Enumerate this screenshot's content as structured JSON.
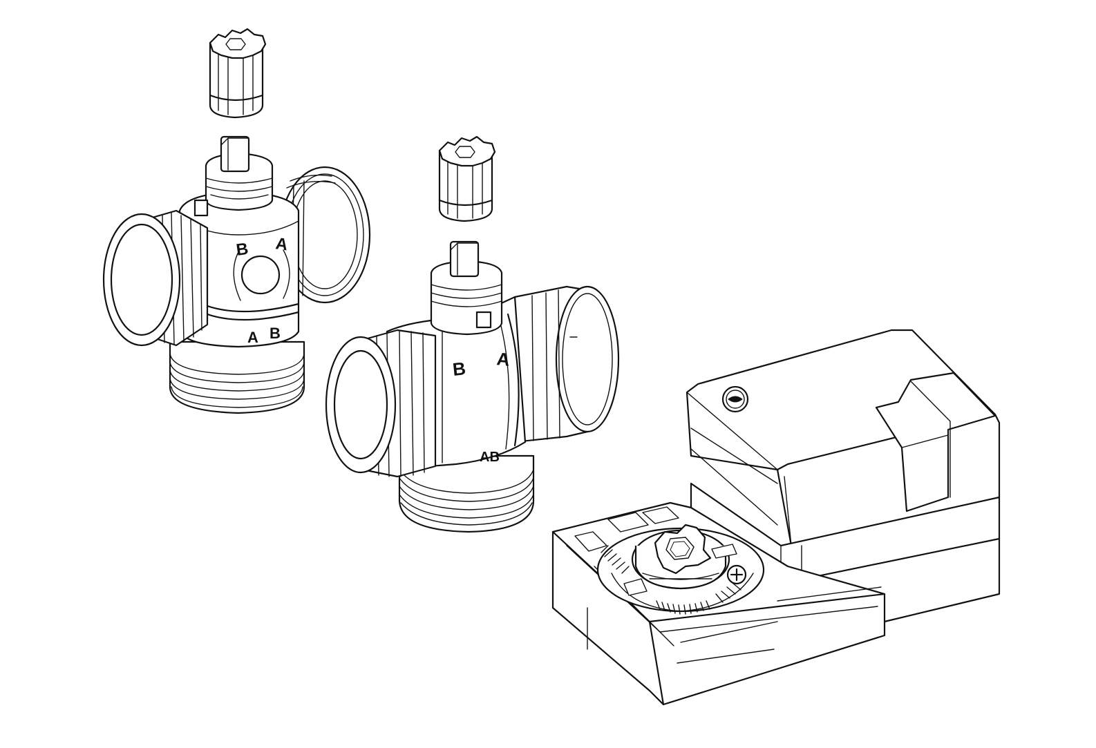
{
  "figure": {
    "description_free": true,
    "stroke_color": "#111111",
    "background": "#ffffff"
  },
  "valve_left": {
    "port_a": "A",
    "port_b": "B",
    "port_ab_a": "A",
    "port_ab_b": "B"
  },
  "valve_right": {
    "port_a": "A",
    "port_b": "B",
    "port_ab": "AB"
  },
  "actuator": {
    "knob_icon": "hex-socket-knob",
    "badge_icon": "brand-logo-circle"
  }
}
